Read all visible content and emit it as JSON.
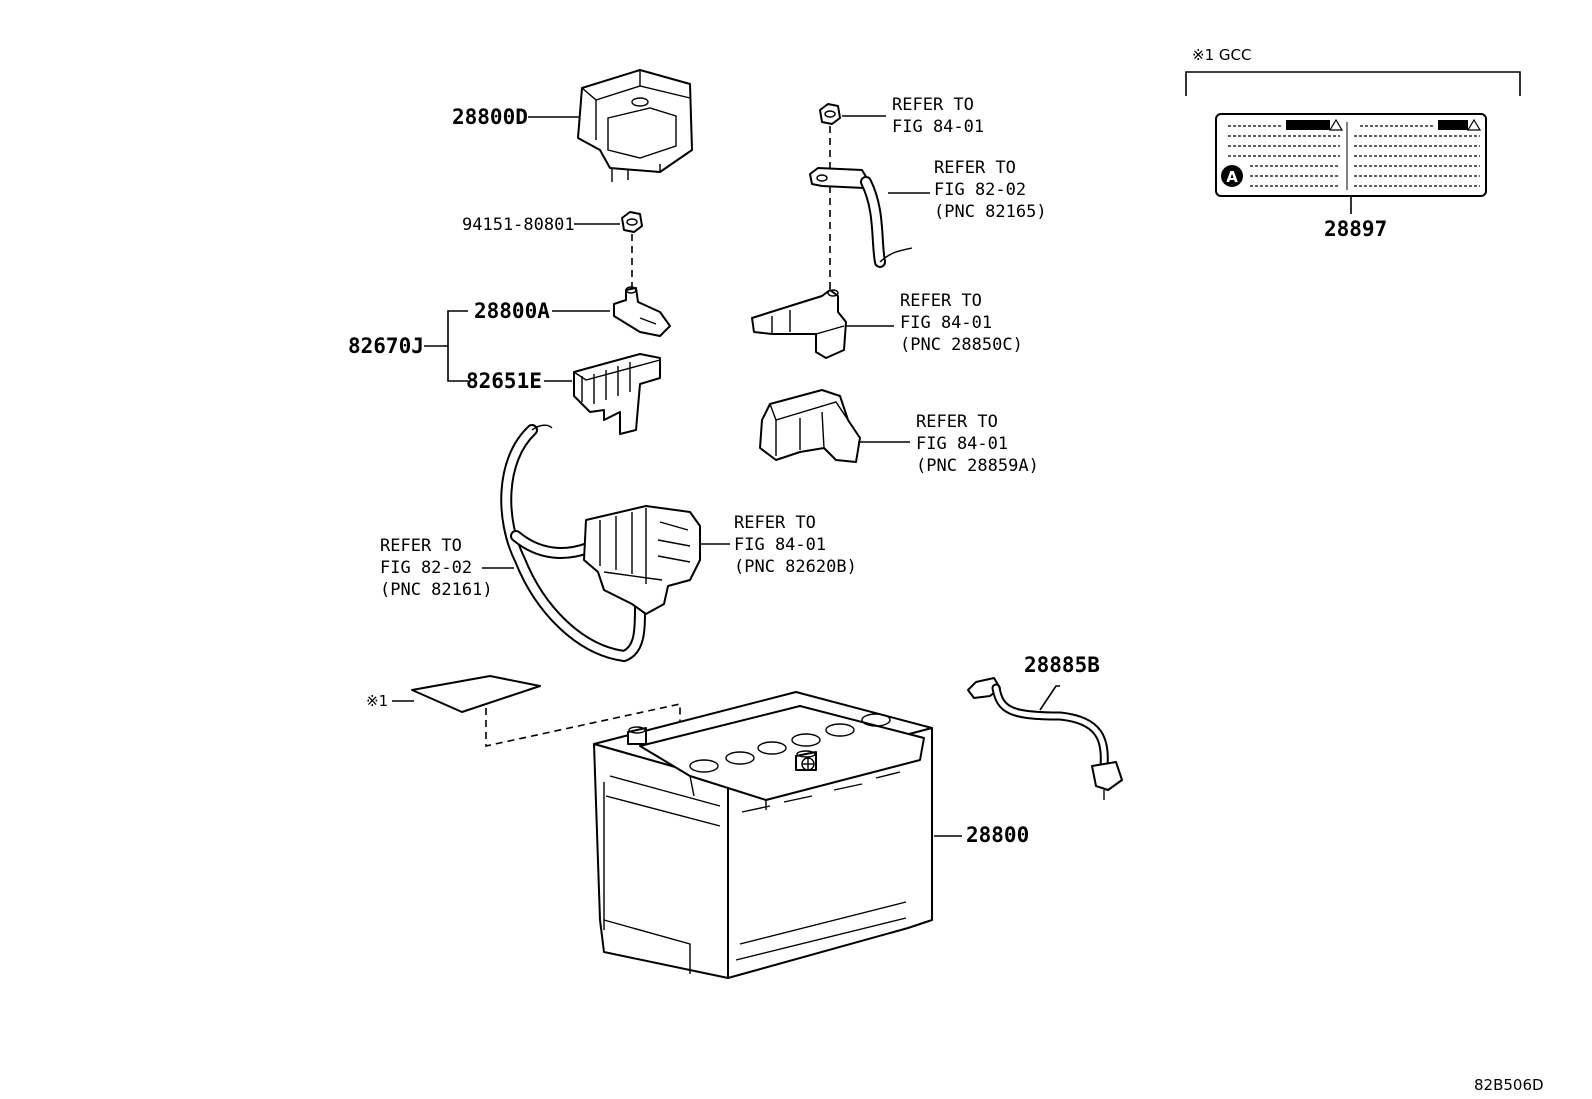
{
  "labels": {
    "p_28800D": "28800D",
    "p_94151": "94151-80801",
    "p_28800A": "28800A",
    "p_82670J": "82670J",
    "p_82651E": "82651E",
    "p_28800": "28800",
    "p_28885B": "28885B",
    "p_28897": "28897",
    "note1": "※1",
    "note1_gcc": "※1 GCC",
    "figure_code": "82B506D",
    "ref_8401_top": [
      "REFER TO",
      "FIG 84-01"
    ],
    "ref_8202_top": [
      "REFER TO",
      "FIG 82-02",
      "(PNC 82165)"
    ],
    "ref_28850C": [
      "REFER TO",
      "FIG 84-01",
      "(PNC 28850C)"
    ],
    "ref_28859A": [
      "REFER TO",
      "FIG 84-01",
      "(PNC 28859A)"
    ],
    "ref_82620B": [
      "REFER TO",
      "FIG 84-01",
      "(PNC 82620B)"
    ],
    "ref_82161": [
      "REFER TO",
      "FIG 82-02",
      "(PNC 82161)"
    ]
  },
  "label_sticker": {
    "mark": "A"
  }
}
